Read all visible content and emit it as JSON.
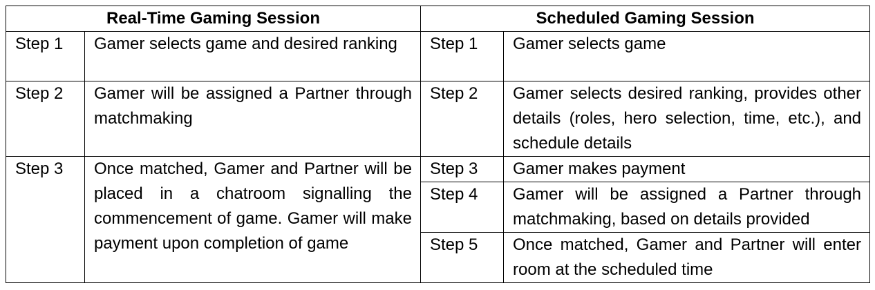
{
  "headers": {
    "realtime": "Real-Time Gaming Session",
    "scheduled": "Scheduled Gaming Session"
  },
  "realtime_steps": [
    {
      "step": "Step 1",
      "text": "Gamer selects game and desired ranking"
    },
    {
      "step": "Step 2",
      "text": "Gamer will be assigned a Partner through matchmaking"
    },
    {
      "step": "Step 3",
      "text": "Once matched, Gamer and Partner will be placed in a chatroom signalling the commencement of game. Gamer will make payment upon completion of game"
    }
  ],
  "scheduled_steps": [
    {
      "step": "Step 1",
      "text": "Gamer selects game"
    },
    {
      "step": "Step 2",
      "text": "Gamer selects desired ranking, provides other details (roles, hero selection, time, etc.), and schedule details"
    },
    {
      "step": "Step 3",
      "text": "Gamer makes payment"
    },
    {
      "step": "Step 4",
      "text": "Gamer will be assigned a Partner through matchmaking, based on details provided"
    },
    {
      "step": "Step 5",
      "text": "Once matched, Gamer and Partner will enter room at the scheduled time"
    }
  ]
}
